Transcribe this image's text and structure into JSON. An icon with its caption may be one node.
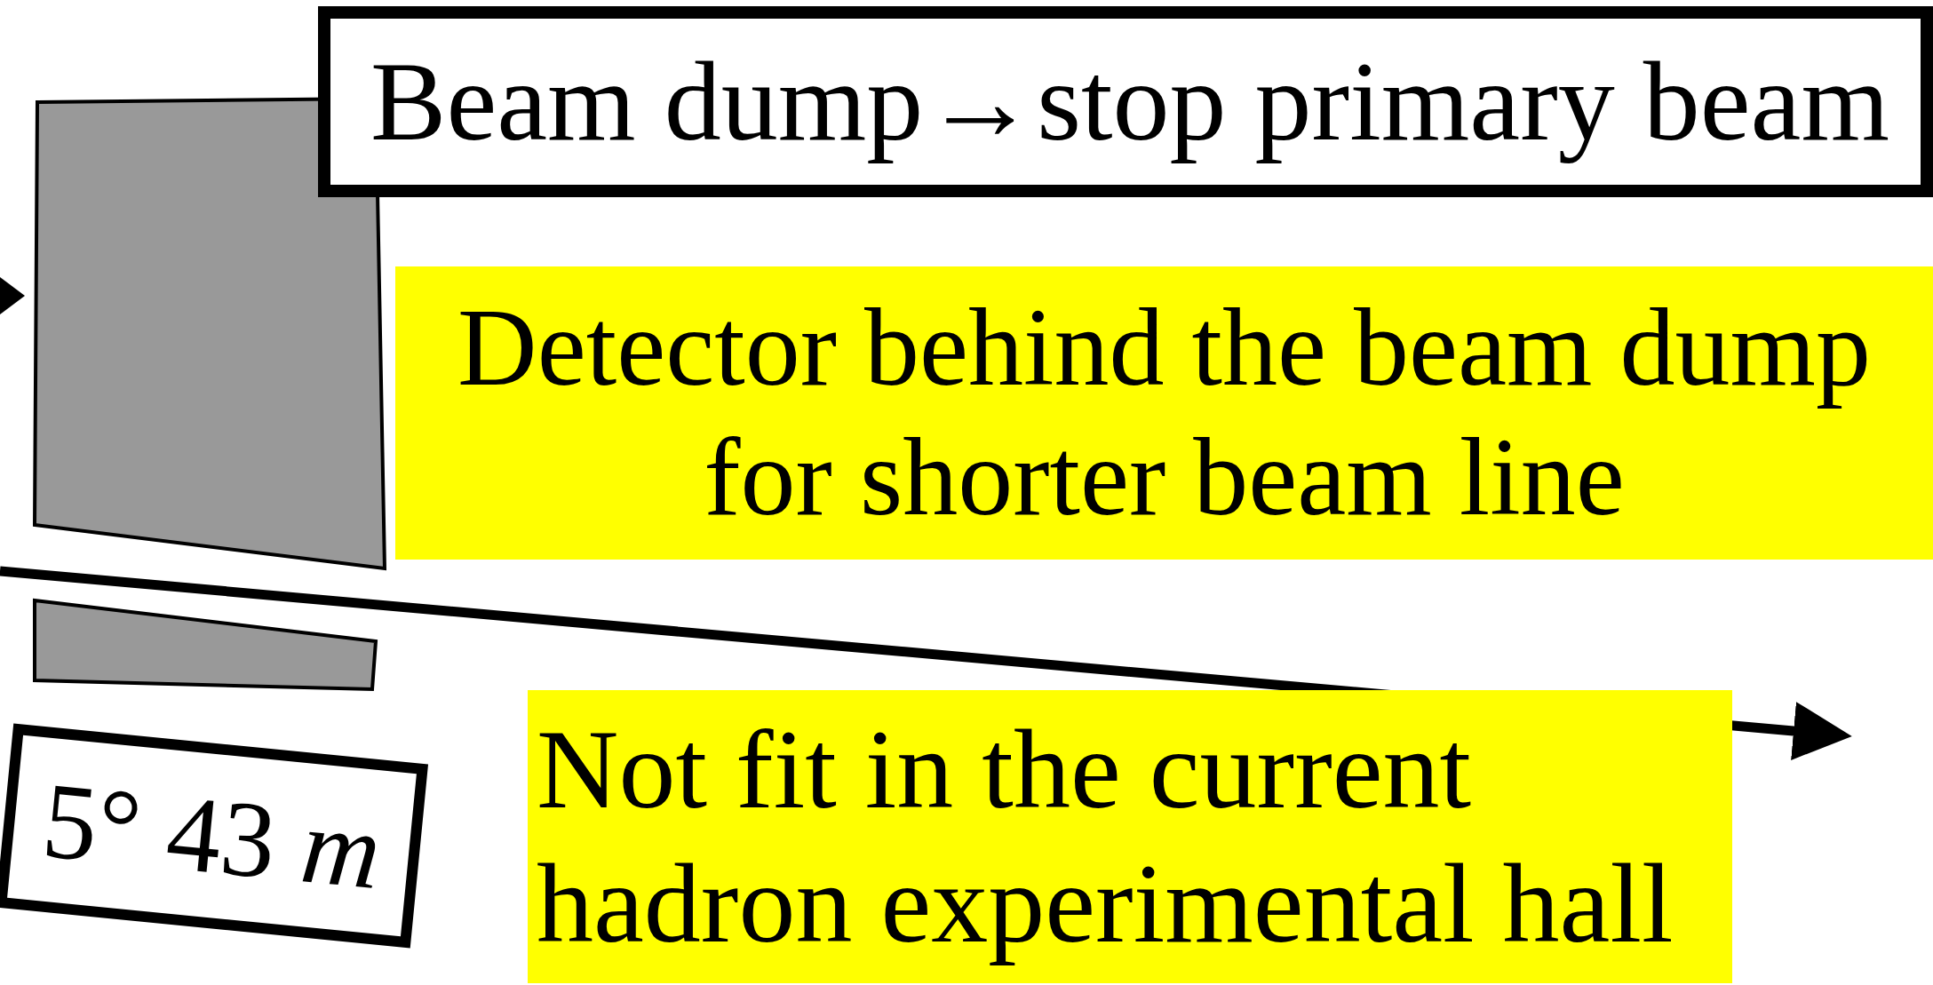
{
  "diagram": {
    "nodes": [
      {
        "text": [
          "Beam dump→stop primary beam"
        ]
      },
      {
        "text": [
          "Detector behind the beam dump for shorter beam line"
        ]
      },
      {
        "text": [
          "Not fit in the current hadron experimental hall"
        ]
      },
      {
        "text": [
          "5° 43 *m*"
        ]
      }
    ],
    "edges": []
  }
}
